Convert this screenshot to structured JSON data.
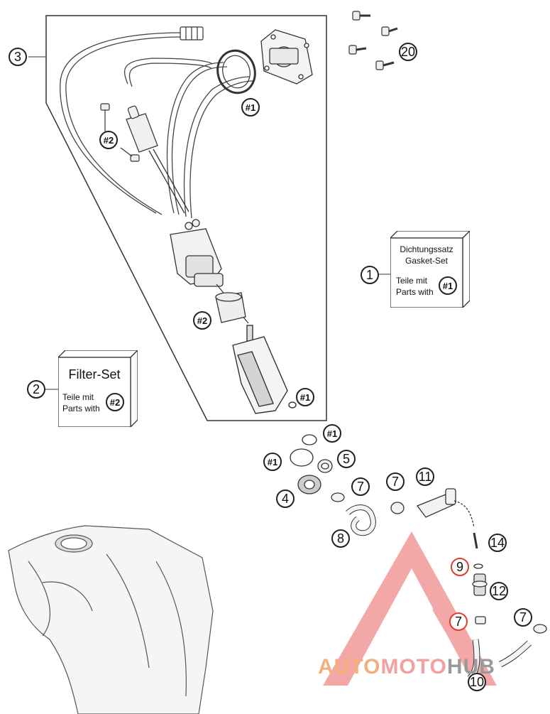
{
  "callouts": {
    "p1": "1",
    "p2": "2",
    "p3": "3",
    "p4": "4",
    "p5": "5",
    "p7a": "7",
    "p7b": "7",
    "p7c": "7",
    "p7d": "7",
    "p8": "8",
    "p9": "9",
    "p10": "10",
    "p11": "11",
    "p12": "12",
    "p14": "14",
    "p20": "20",
    "h1": "#1",
    "h2": "#2"
  },
  "gasket_box": {
    "title_de": "Dichtungssatz",
    "title_en": "Gasket-Set",
    "line_de": "Teile mit",
    "line_en": "Parts with",
    "ref": "#1"
  },
  "filter_box": {
    "title": "Filter-Set",
    "line_de": "Teile mit",
    "line_en": "Parts with",
    "ref": "#2"
  },
  "watermark": {
    "part_a": "AUTO",
    "part_b": "MOTO",
    "part_c": "HUB",
    "color_a": "#f4b07a",
    "color_b": "#f2a0a0",
    "color_c": "#9a9a9a",
    "triangle_color": "#f08a8a"
  }
}
